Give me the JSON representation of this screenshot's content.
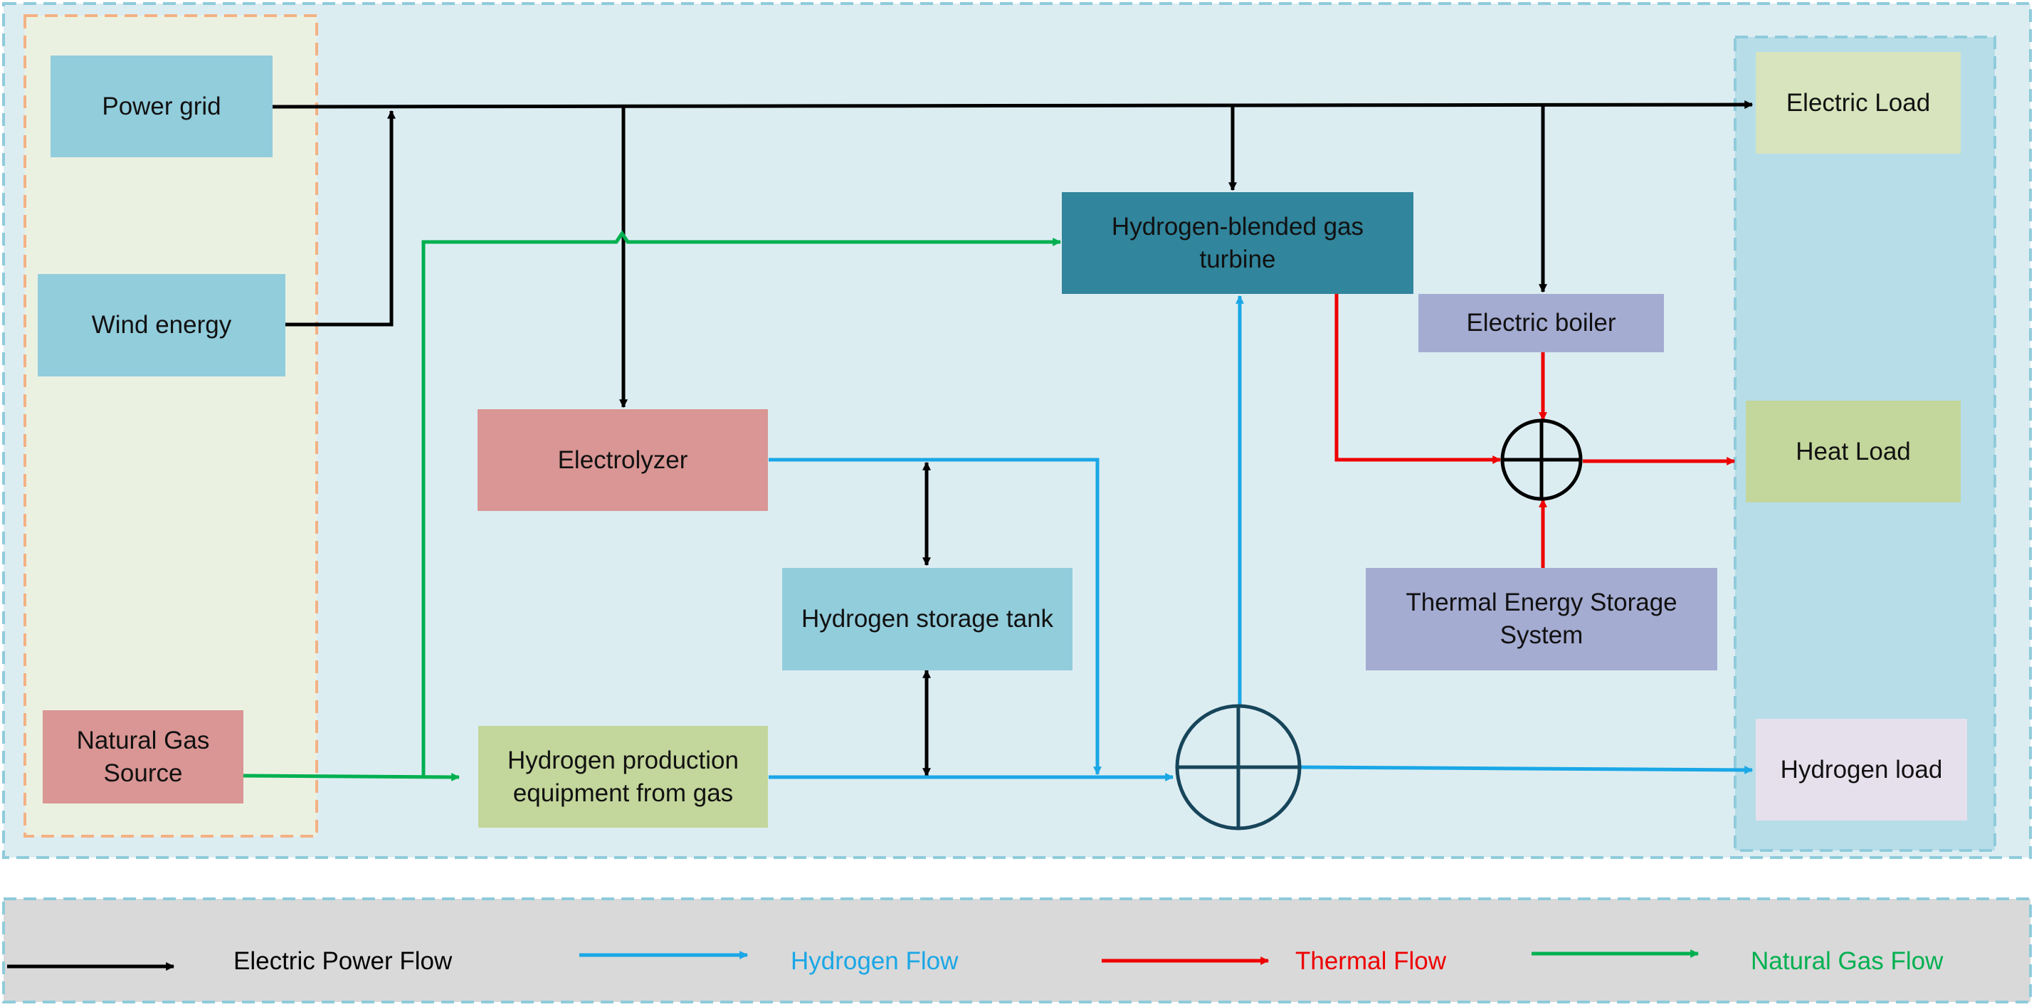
{
  "nodes": {
    "power_grid": "Power grid",
    "wind_energy": "Wind energy",
    "natural_gas_source": "Natural Gas Source",
    "electrolyzer": "Electrolyzer",
    "hydrogen_storage_tank": "Hydrogen storage tank",
    "hydrogen_production_from_gas": "Hydrogen production equipment from gas",
    "hydrogen_blended_gas_turbine": "Hydrogen-blended gas turbine",
    "electric_boiler": "Electric boiler",
    "thermal_energy_storage": "Thermal Energy Storage System",
    "electric_load": "Electric Load",
    "heat_load": "Heat Load",
    "hydrogen_load": "Hydrogen load"
  },
  "legend": {
    "electric_power_flow": "Electric Power Flow",
    "hydrogen_flow": "Hydrogen Flow",
    "thermal_flow": "Thermal Flow",
    "natural_gas_flow": "Natural Gas Flow"
  },
  "colors": {
    "electric_flow": "#000000",
    "hydrogen_flow": "#1aa7e6",
    "thermal_flow": "#ee0000",
    "natural_gas_flow": "#00b050",
    "system_background": "#dcedf2",
    "source_panel": "#ebf1e1",
    "load_panel": "#b6dde8",
    "legend_background": "#d9d9d9"
  }
}
